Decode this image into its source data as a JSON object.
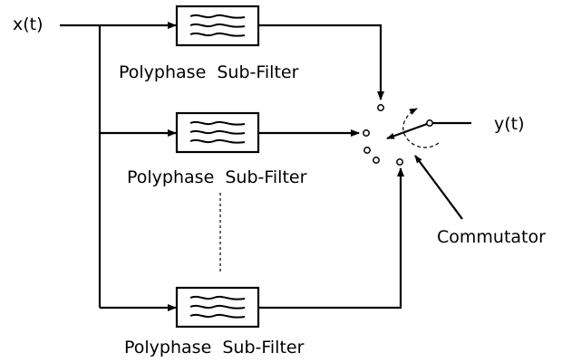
{
  "input_label": "x(t)",
  "output_label": "y(t)",
  "commutator_label": "Commutator",
  "branches": [
    {
      "label": "Polyphase  Sub-Filter"
    },
    {
      "label": "Polyphase  Sub-Filter"
    },
    {
      "label": "Polyphase  Sub-Filter"
    }
  ]
}
